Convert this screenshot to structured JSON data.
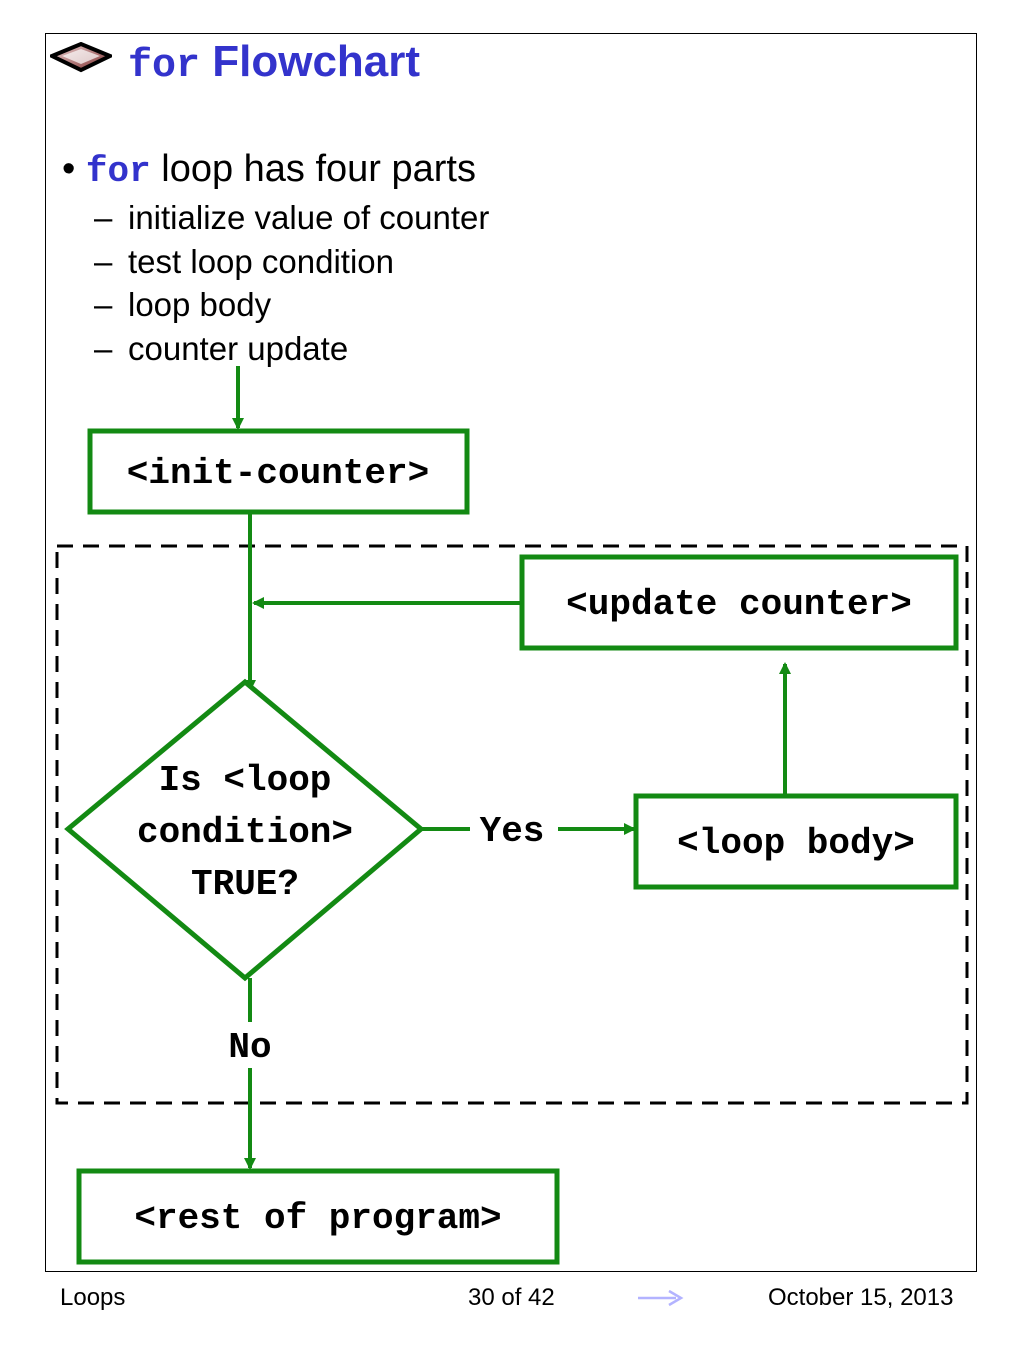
{
  "title": {
    "keyword": "for",
    "text": "Flowchart"
  },
  "bullet": {
    "keyword": "for",
    "text": "loop has four parts"
  },
  "sub_items": [
    "initialize value of counter",
    "test loop condition",
    "loop body",
    "counter update"
  ],
  "nodes": {
    "init": "<init-counter>",
    "update": "<update counter>",
    "condition": [
      "Is <loop",
      "condition>",
      "TRUE?"
    ],
    "body": "<loop body>",
    "rest": "<rest of program>"
  },
  "edges": {
    "yes": "Yes",
    "no": "No"
  },
  "footer": {
    "left": "Loops",
    "page": "30 of 42",
    "date": "October 15, 2013"
  },
  "colors": {
    "accent": "#3333cc",
    "flow": "#138a13",
    "nav_arrow": "#b3b3ff"
  }
}
